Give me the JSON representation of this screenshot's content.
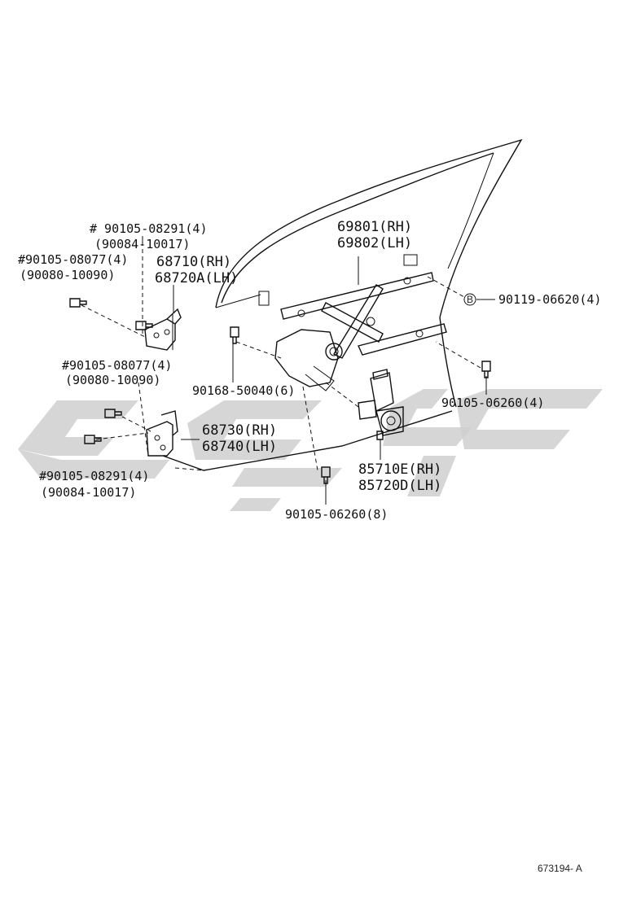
{
  "diagram": {
    "reference_code": "673194- A",
    "callouts": {
      "bolt_top_upper_hinge": {
        "line1": "# 90105-08291(4)",
        "line2": "(90084-10017)"
      },
      "bolt_left_upper": {
        "line1": "#90105-08077(4)",
        "line2": "(90080-10090)"
      },
      "upper_hinge": {
        "line1": "68710(RH)",
        "line2": "68720A(LH)"
      },
      "regulator": {
        "line1": "69801(RH)",
        "line2": "69802(LH)"
      },
      "bolt_b": {
        "marker": "B",
        "text": "90119-06620(4)"
      },
      "bolt_regulator_left": {
        "text": "90168-50040(6)"
      },
      "bolt_regulator_right": {
        "text": "90105-06260(4)"
      },
      "bolt_left_lower": {
        "line1": "#90105-08077(4)",
        "line2": "(90080-10090)"
      },
      "lower_hinge": {
        "line1": "68730(RH)",
        "line2": "68740(LH)"
      },
      "bolt_bottom_lower_hinge": {
        "line1": "#90105-08291(4)",
        "line2": "(90084-10017)"
      },
      "motor": {
        "line1": "85710E(RH)",
        "line2": "85720D(LH)"
      },
      "bolt_bottom_center": {
        "text": "90105-06260(8)"
      }
    }
  }
}
